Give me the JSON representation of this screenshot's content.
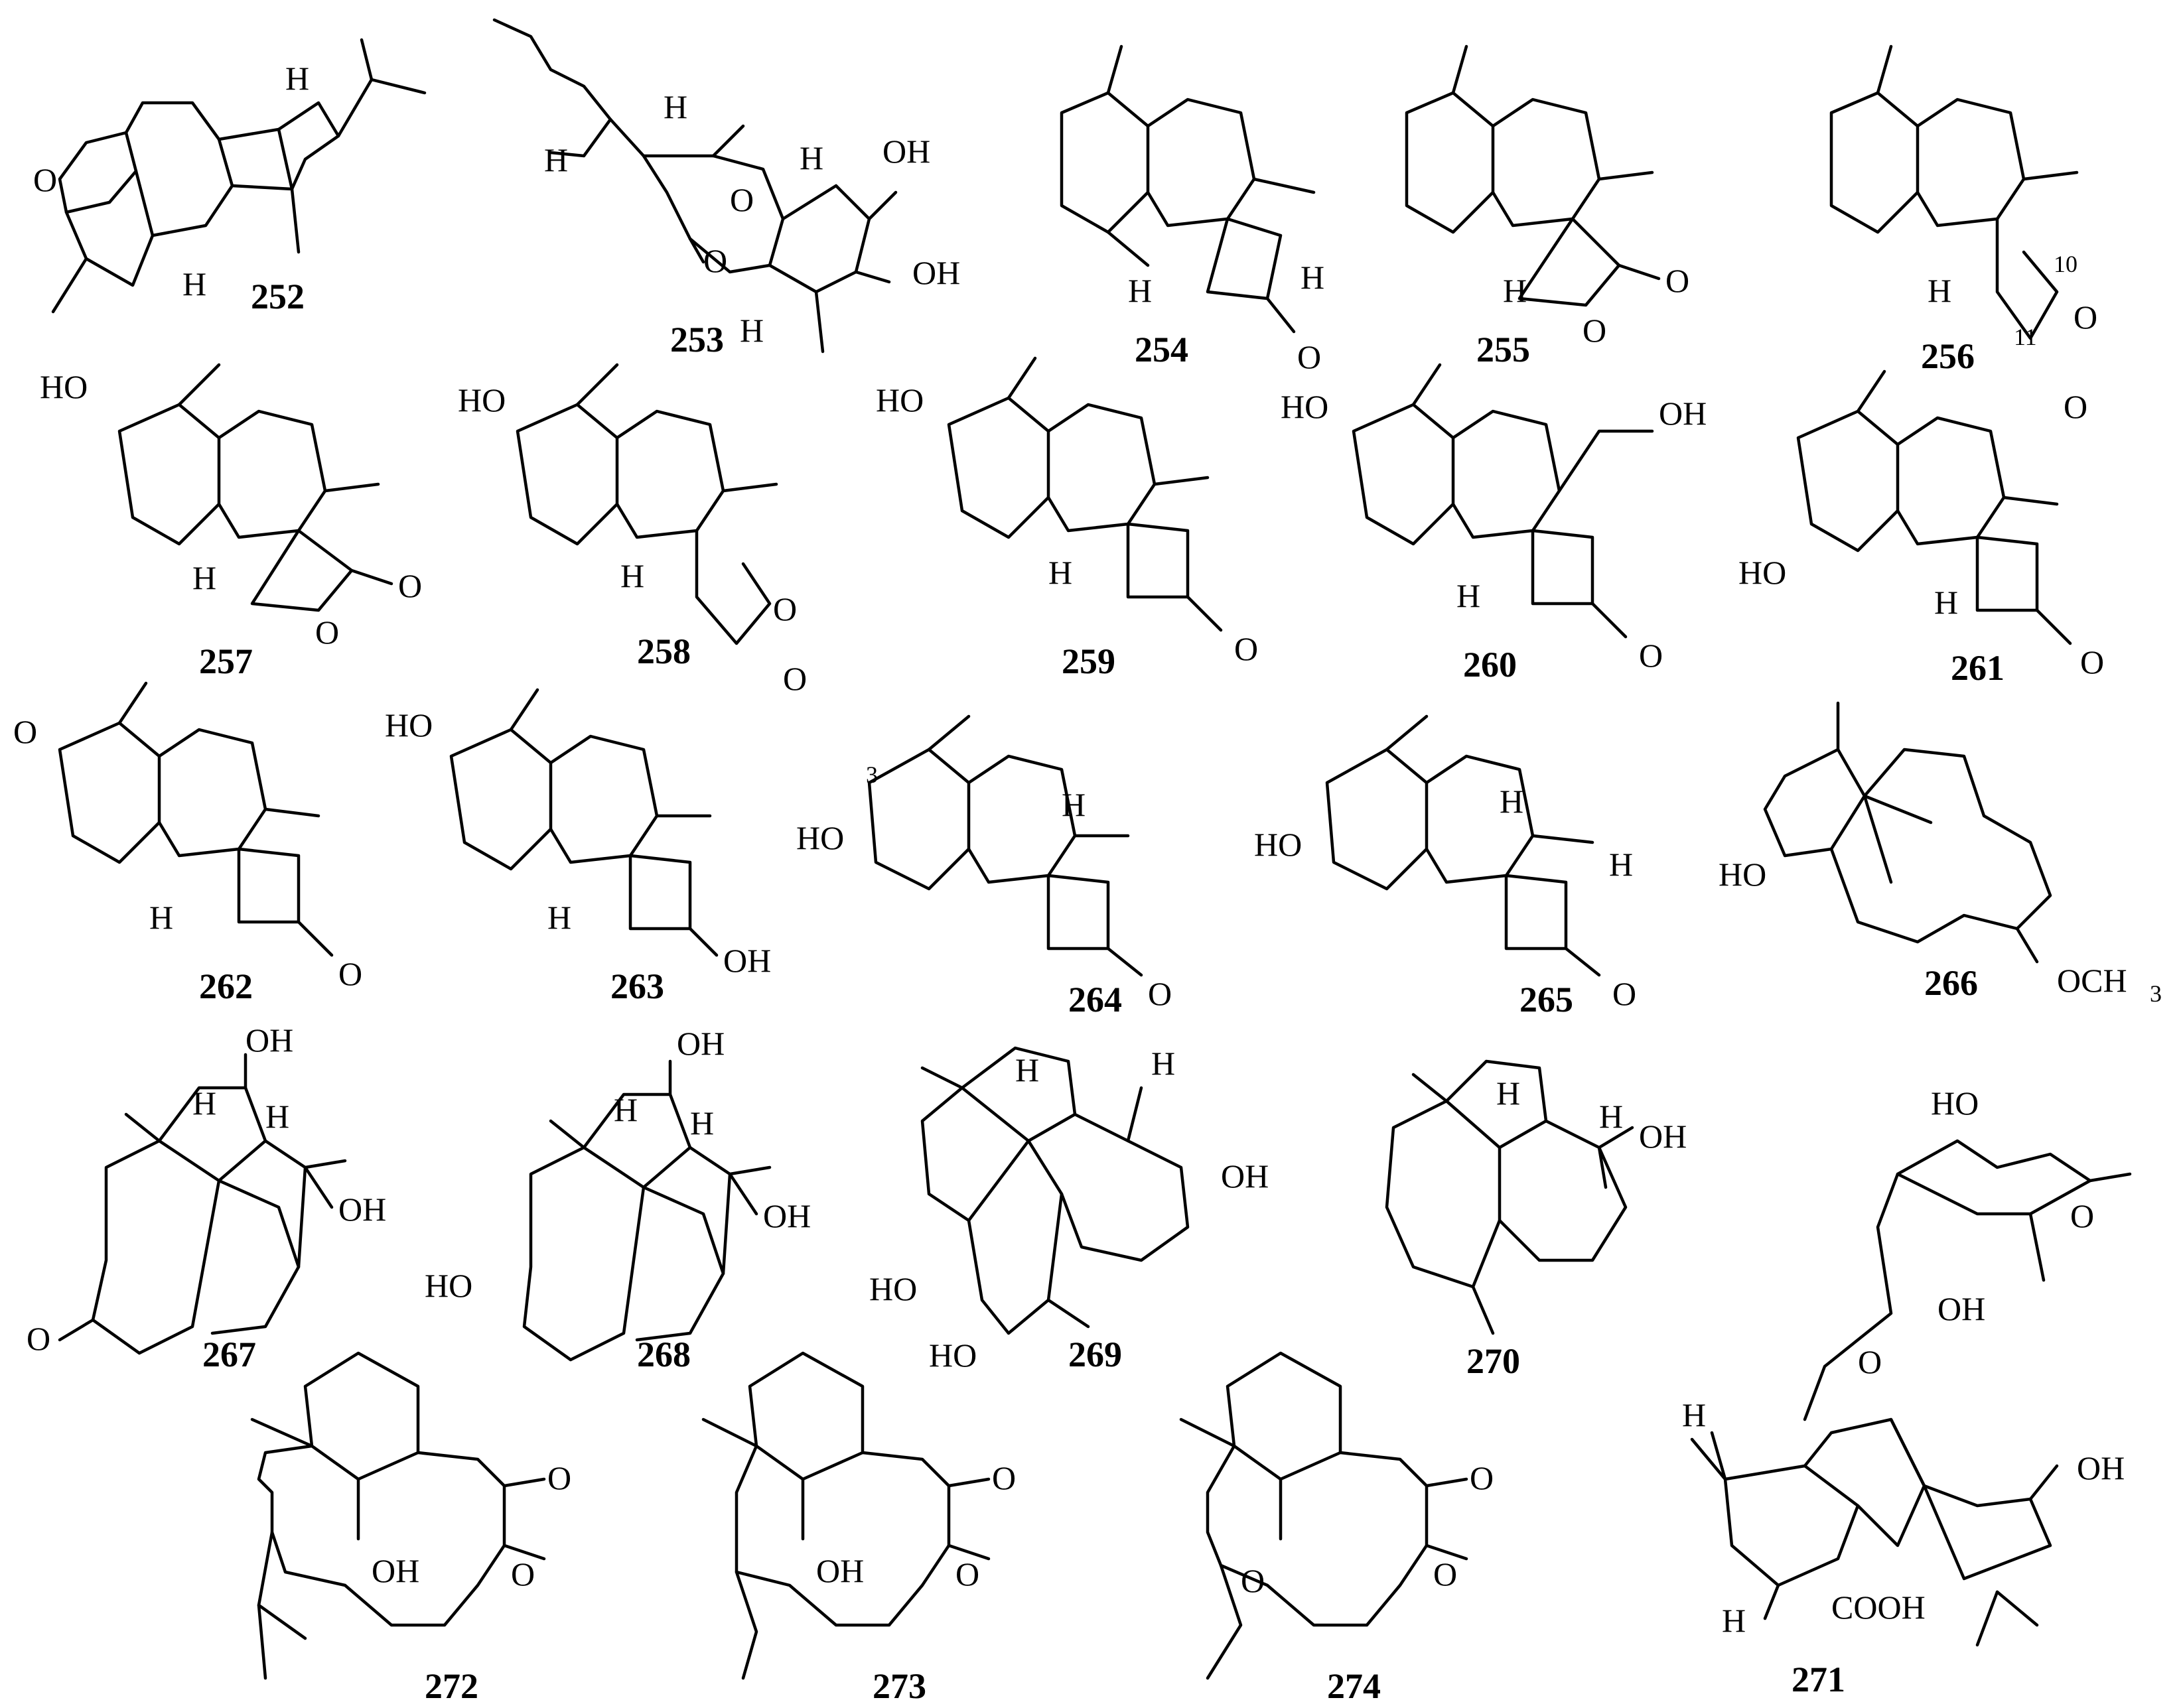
{
  "figure": {
    "compounds": [
      {
        "id": "252",
        "number": "252",
        "labels": [
          "O",
          "H",
          "H"
        ]
      },
      {
        "id": "253",
        "number": "253",
        "labels": [
          "H",
          "H",
          "O",
          "O",
          "H",
          "OH",
          "OH",
          "H"
        ]
      },
      {
        "id": "254",
        "number": "254",
        "labels": [
          "H",
          "H",
          "O"
        ]
      },
      {
        "id": "255",
        "number": "255",
        "labels": [
          "H",
          "O",
          "O"
        ]
      },
      {
        "id": "256",
        "number": "256",
        "labels": [
          "H",
          "10",
          "O",
          "11",
          "O"
        ]
      },
      {
        "id": "257",
        "number": "257",
        "labels": [
          "HO",
          "H",
          "O",
          "O"
        ]
      },
      {
        "id": "258",
        "number": "258",
        "labels": [
          "HO",
          "H",
          "O",
          "O"
        ]
      },
      {
        "id": "259",
        "number": "259",
        "labels": [
          "HO",
          "H",
          "O"
        ]
      },
      {
        "id": "260",
        "number": "260",
        "labels": [
          "HO",
          "OH",
          "H",
          "O"
        ]
      },
      {
        "id": "261",
        "number": "261",
        "labels": [
          "HO",
          "H",
          "O"
        ]
      },
      {
        "id": "262",
        "number": "262",
        "labels": [
          "O",
          "H",
          "O"
        ]
      },
      {
        "id": "263",
        "number": "263",
        "labels": [
          "HO",
          "H",
          "OH"
        ]
      },
      {
        "id": "264",
        "number": "264",
        "labels": [
          "3",
          "HO",
          "H",
          "O"
        ]
      },
      {
        "id": "265",
        "number": "265",
        "labels": [
          "HO",
          "H",
          "H",
          "O"
        ]
      },
      {
        "id": "266",
        "number": "266",
        "labels": [
          "HO",
          "OCH",
          "3"
        ]
      },
      {
        "id": "267",
        "number": "267",
        "labels": [
          "OH",
          "H",
          "H",
          "OH",
          "O"
        ]
      },
      {
        "id": "268",
        "number": "268",
        "labels": [
          "OH",
          "H",
          "H",
          "OH",
          "HO"
        ]
      },
      {
        "id": "269",
        "number": "269",
        "labels": [
          "H",
          "H",
          "OH",
          "HO",
          "HO"
        ]
      },
      {
        "id": "270",
        "number": "270",
        "labels": [
          "H",
          "H",
          "OH"
        ]
      },
      {
        "id": "271",
        "number": "271",
        "labels": [
          "HO",
          "O",
          "OH",
          "O",
          "H",
          "OH",
          "H",
          "COOH"
        ]
      },
      {
        "id": "272",
        "number": "272",
        "labels": [
          "O",
          "OH",
          "O"
        ]
      },
      {
        "id": "273",
        "number": "273",
        "labels": [
          "O",
          "OH",
          "O"
        ]
      },
      {
        "id": "274",
        "number": "274",
        "labels": [
          "O",
          "O",
          "O"
        ]
      }
    ]
  }
}
